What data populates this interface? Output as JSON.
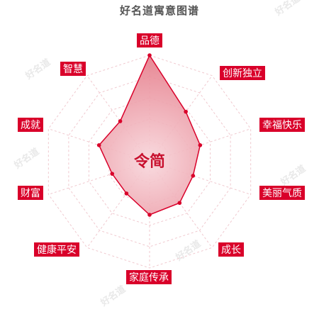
{
  "title": "好名道寓意图谱",
  "center_name": "令简",
  "watermark": "好名道",
  "colors": {
    "accent": "#d9002a",
    "label_bg": "#d9002a",
    "fill_inner": "#f8d7dc",
    "fill_outer": "#e57a88",
    "grid": "#f0c9cf"
  },
  "chart_data": {
    "type": "radar",
    "title": "好名道寓意图谱",
    "categories": [
      "品德",
      "创新独立",
      "幸福快乐",
      "美丽气质",
      "成长",
      "家庭传承",
      "财富",
      "健康平安",
      "成就",
      "智慧"
    ],
    "values": [
      100,
      58,
      50,
      43,
      48,
      50,
      37,
      37,
      50,
      47
    ],
    "range": [
      0,
      100
    ]
  }
}
